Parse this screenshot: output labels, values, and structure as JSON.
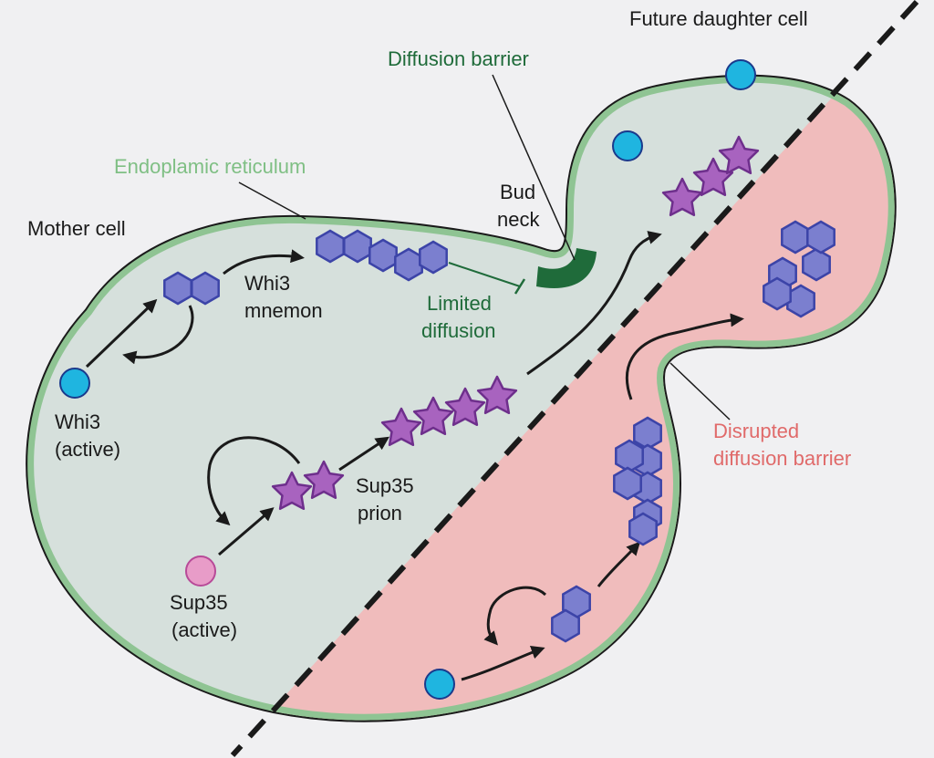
{
  "labels": {
    "future_daughter": "Future daughter cell",
    "diffusion_barrier": "Diffusion barrier",
    "endoplasmic": "Endoplamic reticulum",
    "bud": "Bud",
    "neck": "neck",
    "mother": "Mother cell",
    "whi3_line1": "Whi3",
    "whi3_line2": "mnemon",
    "limited1": "Limited",
    "limited2": "diffusion",
    "whi3a_line1": "Whi3",
    "whi3a_line2": "(active)",
    "sup35p_line1": "Sup35",
    "sup35p_line2": "prion",
    "sup35a_line1": "Sup35",
    "sup35a_line2": "(active)",
    "disrupted1": "Disrupted",
    "disrupted2": "diffusion barrier"
  },
  "colors": {
    "background": "#f0f0f2",
    "cytoplasm": "#d6e0dc",
    "disrupted_region": "#f0bcbc",
    "er_membrane": "#8fc493",
    "barrier": "#1f6b3a",
    "whi3": "#1fb5e0",
    "sup35_active": "#e89cc8",
    "hexagon_fill": "#7b7fcf",
    "hexagon_stroke": "#3c44a8",
    "star_fill": "#a863bf",
    "star_stroke": "#6e2f8c",
    "disrupted_text": "#e06a6a",
    "limited_text": "#1f6b3a",
    "er_text": "#7fbf84"
  },
  "icons": [
    "whi3-monomer-icon",
    "sup35-monomer-icon",
    "whi3-hexagon-icon",
    "sup35-star-icon",
    "arrow-icon",
    "inhibition-arrow-icon"
  ]
}
